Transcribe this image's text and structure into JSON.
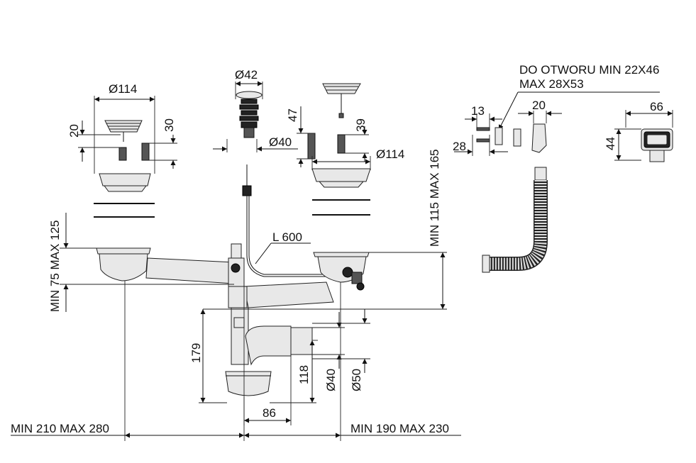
{
  "labels": {
    "d114_left": "Ø114",
    "d42": "Ø42",
    "h20_left": "20",
    "h30": "30",
    "d40_top": "Ø40",
    "h47": "47",
    "h39": "39",
    "d114_right": "Ø114",
    "min115max165": "MIN 115 MAX 165",
    "do_otworu_1": "DO OTWORU MIN 22X46",
    "do_otworu_2": "MAX 28X53",
    "w13": "13",
    "w20_right": "20",
    "w28": "28",
    "w66": "66",
    "h44": "44",
    "l600": "L 600",
    "min75max125": "MIN 75 MAX 125",
    "h179": "179",
    "h118": "118",
    "d40_bottom": "Ø40",
    "d50": "Ø50",
    "w86": "86",
    "min210max280": "MIN 210 MAX 280",
    "min190max230": "MIN 190 MAX 230"
  }
}
